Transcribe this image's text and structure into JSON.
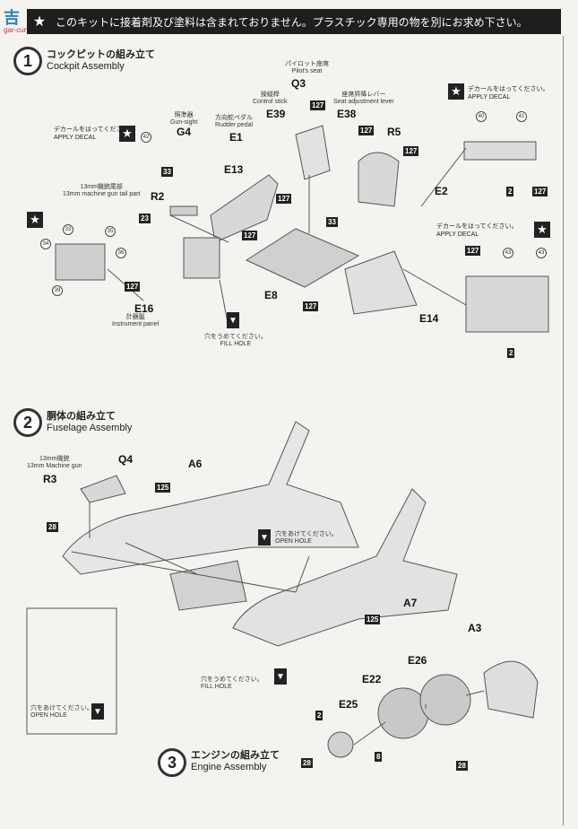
{
  "watermark": {
    "text": "吉",
    "site": "gar-cun.com"
  },
  "banner": {
    "star": "★",
    "text": "このキットに接着剤及び塗料は含まれておりません。プラスチック専用の物を別にお求め下さい。"
  },
  "steps": [
    {
      "num": "1",
      "title_ja": "コックピットの組み立て",
      "title_en": "Cockpit Assembly"
    },
    {
      "num": "2",
      "title_ja": "胴体の組み立て",
      "title_en": "Fuselage Assembly"
    },
    {
      "num": "3",
      "title_ja": "エンジンの組み立て",
      "title_en": "Engine Assembly"
    }
  ],
  "labels": {
    "pilot_seat_ja": "パイロット座席",
    "pilot_seat_en": "Pilot's seat",
    "q3": "Q3",
    "control_ja": "操縦桿",
    "control_en": "Control stick",
    "e39": "E39",
    "seat_adj_ja": "座席昇降レバー",
    "seat_adj_en": "Seat adjustment lever",
    "e38": "E38",
    "gunsight_ja": "照準器",
    "gunsight_en": "Gun-sight",
    "g4": "G4",
    "rudder_ja": "方向舵ペダル",
    "rudder_en": "Rudder pedal",
    "e1": "E1",
    "r5": "R5",
    "e13": "E13",
    "e2": "E2",
    "tail_ja": "13mm機銃尾部",
    "tail_en": "13mm machine gun tail part",
    "r2": "R2",
    "e16": "E16",
    "panel_ja": "計器盤",
    "panel_en": "Instrument panel",
    "e8": "E8",
    "e14": "E14",
    "fill_ja": "穴をうめてください。",
    "fill_en": "FILL HOLE",
    "decal_ja": "デカールをはってください。",
    "decal_en": "APPLY  DECAL",
    "mg_ja": "13mm機銃",
    "mg_en": "13mm Machine gun",
    "r3": "R3",
    "q4": "Q4",
    "a6": "A6",
    "a7": "A7",
    "open_ja": "穴をあけてください。",
    "open_en": "OPEN HOLE",
    "a3": "A3",
    "e26": "E26",
    "e22": "E22",
    "e25": "E25"
  },
  "codes": {
    "c127": "127",
    "c33": "33",
    "c23": "23",
    "c2": "2",
    "c125": "125",
    "c28": "28",
    "c8": "8"
  },
  "circles": {
    "n42": "42",
    "n41": "41",
    "n40": "40",
    "n34": "34",
    "n33": "33",
    "n35": "35",
    "n36": "36",
    "n39": "39",
    "n43": "43"
  },
  "star": "★"
}
